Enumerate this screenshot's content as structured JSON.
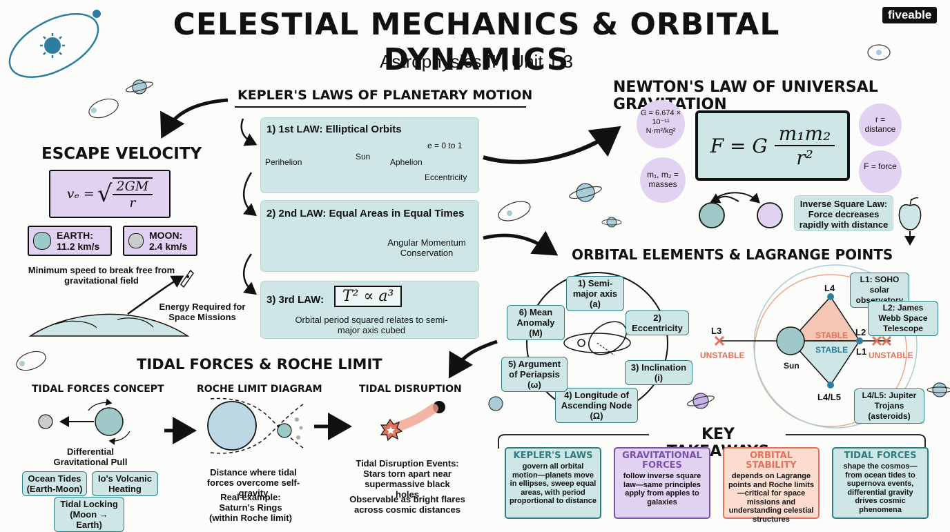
{
  "header": {
    "title": "CELESTIAL MECHANICS & ORBITAL DYNAMICS",
    "subtitle": "Astrophysics II | Unit 1.3",
    "brand": "fiveable"
  },
  "kepler": {
    "title": "KEPLER'S LAWS OF PLANETARY MOTION",
    "law1": {
      "title": "1) 1st LAW: Elliptical Orbits",
      "perihelion": "Perihelion",
      "sun": "Sun",
      "aphelion": "Aphelion",
      "e_range": "e = 0 to 1",
      "eccentricity": "Eccentricity"
    },
    "law2": {
      "title": "2) 2nd LAW: Equal Areas in Equal Times",
      "note": "Angular Momentum Conservation"
    },
    "law3": {
      "title": "3) 3rd LAW:",
      "formula": "T² ∝ a³",
      "note": "Orbital period squared relates to semi-major axis cubed"
    }
  },
  "escape": {
    "title": "ESCAPE VELOCITY",
    "formula_lhs": "vₑ =",
    "formula_num": "2GM",
    "formula_den": "r",
    "earth": "EARTH: 11.2 km/s",
    "moon": "MOON: 2.4 km/s",
    "note": "Minimum speed to break free from gravitational field",
    "energy": "Energy Required for Space Missions"
  },
  "newton": {
    "title": "NEWTON'S LAW OF UNIVERSAL GRAVITATION",
    "formula_lhs": "F = G",
    "formula_num": "m₁m₂",
    "formula_den": "r²",
    "g_const": "G = 6.674 × 10⁻¹¹ N·m²/kg²",
    "masses": "m₁, m₂ = masses",
    "distance": "r = distance",
    "force": "F = force",
    "inverse": "Inverse Square Law: Force decreases rapidly with distance"
  },
  "orbital": {
    "title": "ORBITAL ELEMENTS & LAGRANGE POINTS",
    "elements": [
      "1) Semi-major axis (a)",
      "2) Eccentricity",
      "3) Inclination (i)",
      "4) Longitude of Ascending Node (Ω)",
      "5) Argument of Periapsis (ω)",
      "6) Mean Anomaly (M)"
    ],
    "lagrange": {
      "l1": "L1",
      "l2": "L2",
      "l3": "L3",
      "l4": "L4",
      "l45": "L4/L5",
      "sun": "Sun",
      "stable": "STABLE",
      "unstable": "UNSTABLE",
      "note_l1": "L1: SOHO solar observatory",
      "note_l2": "L2: James Webb Space Telescope",
      "note_l45": "L4/L5: Jupiter Trojans (asteroids)"
    }
  },
  "tidal": {
    "title": "TIDAL FORCES & ROCHE LIMIT",
    "concept": {
      "title": "TIDAL FORCES CONCEPT",
      "pull": "Differential Gravitational Pull",
      "tides": "Ocean Tides (Earth-Moon)",
      "volcanic": "Io's Volcanic Heating",
      "locking": "Tidal Locking (Moon → Earth)"
    },
    "roche": {
      "title": "ROCHE LIMIT DIAGRAM",
      "note": "Distance where tidal forces overcome self-gravity",
      "example": "Real example: Saturn's Rings (within Roche limit)"
    },
    "disruption": {
      "title": "TIDAL DISRUPTION",
      "note1": "Tidal Disruption Events: Stars torn apart near supermassive black holes",
      "note2": "Observable as bright flares across cosmic distances"
    }
  },
  "takeaways": {
    "title": "KEY TAKEAWAYS",
    "cards": [
      {
        "title": "KEPLER'S LAWS",
        "text": "govern all orbital motion—planets move in ellipses, sweep equal areas, with period proportional to distance",
        "color": "#2c7d7f",
        "bg": "#cfe6e6"
      },
      {
        "title": "GRAVITATIONAL FORCES",
        "text": "follow inverse square law—same principles apply from apples to galaxies",
        "color": "#7a4fb0",
        "bg": "#e1d2f1"
      },
      {
        "title": "ORBITAL STABILITY",
        "text": "depends on Lagrange points and Roche limits—critical for space missions and understanding celestial structures",
        "color": "#e0735a",
        "bg": "#fbdccf"
      },
      {
        "title": "TIDAL FORCES",
        "text": "shape the cosmos—from ocean tides to supernova events, differential gravity drives cosmic phenomena",
        "color": "#2c7d7f",
        "bg": "#cfe6e6"
      }
    ]
  }
}
